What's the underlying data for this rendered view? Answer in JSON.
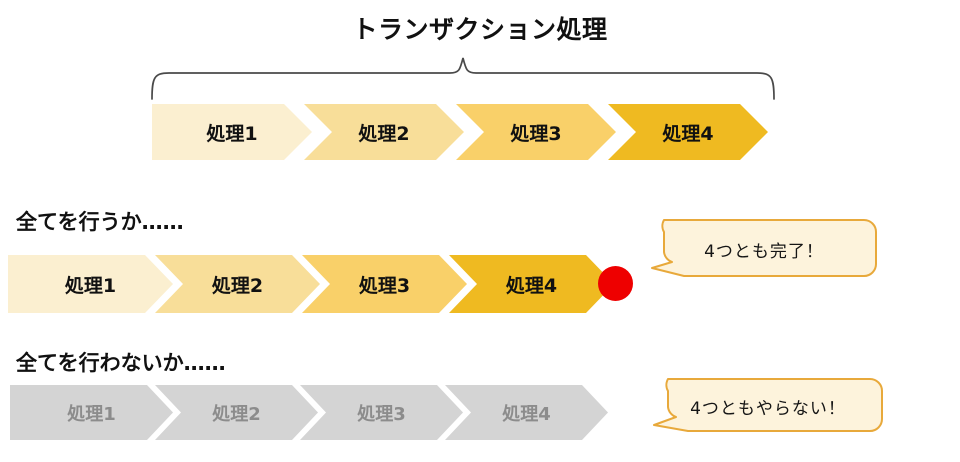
{
  "title": "トランザクション処理",
  "colors": {
    "step1": "#FBEFD0",
    "step2": "#F8DE99",
    "step3": "#F9D069",
    "step4": "#EFBA21",
    "disabled_fill": "#D4D4D4",
    "disabled_text": "#8C8C8C",
    "dot": "#EE0000",
    "bubble_fill": "#FDF3DC",
    "bubble_border": "#E8A93B",
    "brace": "#4A4A4A",
    "text": "#111111"
  },
  "brace": {
    "name": "transaction-scope-brace",
    "span_label": "トランザクション処理"
  },
  "rows": [
    {
      "id": "row-all-steps",
      "label": "",
      "steps": [
        {
          "label": "処理1",
          "fill": "#FBEFD0"
        },
        {
          "label": "処理2",
          "fill": "#F8DE99"
        },
        {
          "label": "処理3",
          "fill": "#F9D069"
        },
        {
          "label": "処理4",
          "fill": "#EFBA21"
        }
      ]
    },
    {
      "id": "row-commit",
      "label": "全てを行うか……",
      "steps": [
        {
          "label": "処理1",
          "fill": "#FBEFD0"
        },
        {
          "label": "処理2",
          "fill": "#F8DE99"
        },
        {
          "label": "処理3",
          "fill": "#F9D069"
        },
        {
          "label": "処理4",
          "fill": "#EFBA21"
        }
      ],
      "marker": "red-dot",
      "callout": "4つとも完了！"
    },
    {
      "id": "row-rollback",
      "label": "全てを行わないか……",
      "steps": [
        {
          "label": "処理1",
          "fill": "#D4D4D4"
        },
        {
          "label": "処理2",
          "fill": "#D4D4D4"
        },
        {
          "label": "処理3",
          "fill": "#D4D4D4"
        },
        {
          "label": "処理4",
          "fill": "#D4D4D4"
        }
      ],
      "callout": "4つともやらない！"
    }
  ]
}
